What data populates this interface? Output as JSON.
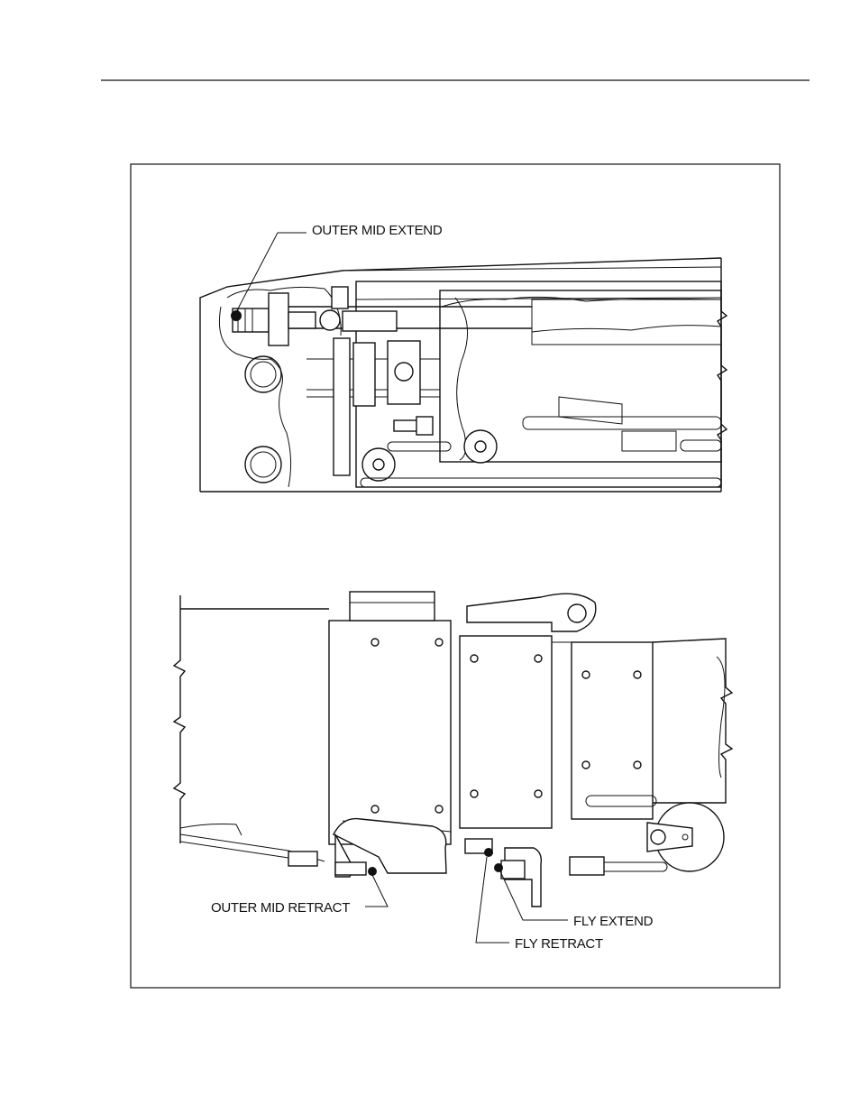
{
  "labels": {
    "outer_mid_extend": "OUTER MID EXTEND",
    "outer_mid_retract": "OUTER MID RETRACT",
    "fly_extend": "FLY EXTEND",
    "fly_retract": "FLY RETRACT"
  },
  "colors": {
    "ink": "#111111",
    "paper": "#ffffff"
  }
}
